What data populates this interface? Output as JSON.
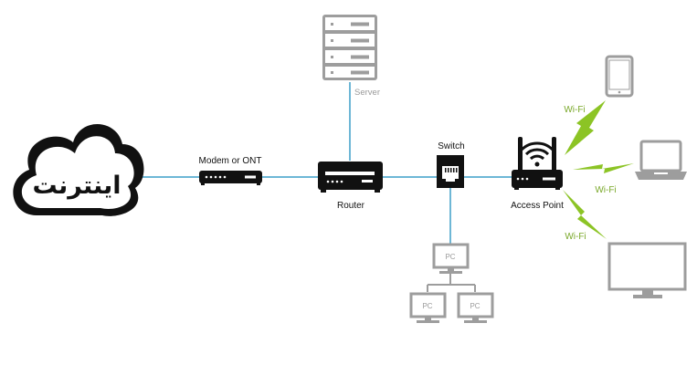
{
  "nodes": {
    "internet": {
      "label": "اینترنت"
    },
    "modem": {
      "label": "Modem or ONT"
    },
    "router": {
      "label": "Router"
    },
    "server": {
      "label": "Server"
    },
    "switch": {
      "label": "Switch"
    },
    "access_point": {
      "label": "Access Point"
    },
    "pc_top": {
      "label": "PC"
    },
    "pc_left": {
      "label": "PC"
    },
    "pc_right": {
      "label": "PC"
    }
  },
  "wifi_links": [
    {
      "label": "Wi-Fi",
      "target": "tablet"
    },
    {
      "label": "Wi-Fi",
      "target": "laptop"
    },
    {
      "label": "Wi-Fi",
      "target": "monitor"
    }
  ],
  "colors": {
    "link": "#3d9fc8",
    "wifi": "#8cc425",
    "device_dark": "#111111",
    "device_grey": "#9d9d9d"
  }
}
